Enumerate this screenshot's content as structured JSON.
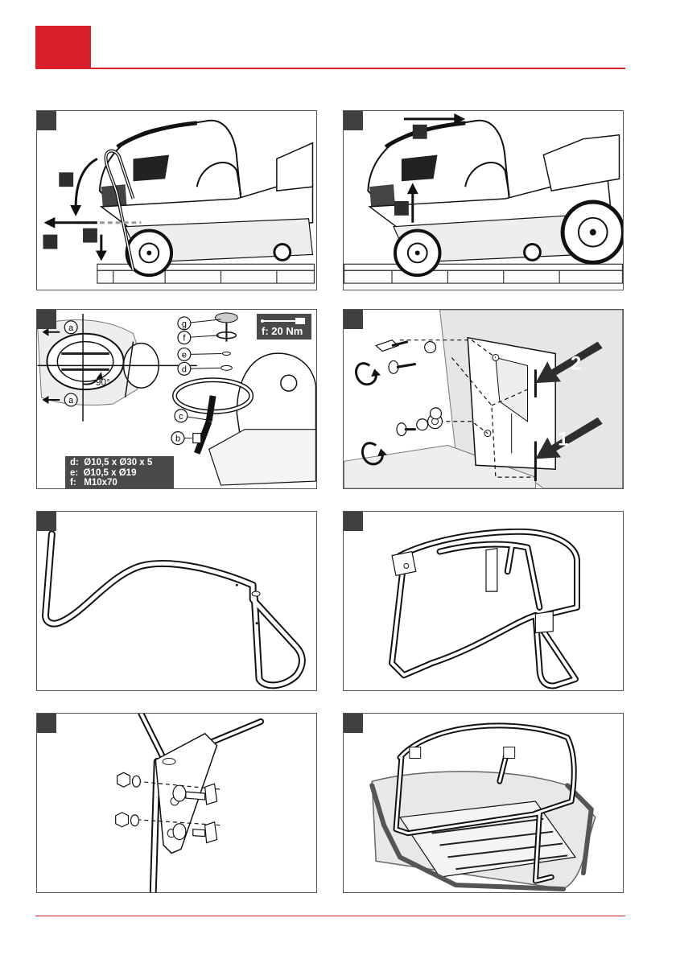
{
  "colors": {
    "accent": "#d7202b",
    "panel_border": "#555555",
    "step_box": "#404040"
  },
  "panel3": {
    "callouts": [
      "a",
      "a",
      "b",
      "c",
      "d",
      "e",
      "f",
      "g"
    ],
    "angle": "90°",
    "torque": "f: 20 Nm",
    "specs": [
      "d:  Ø10,5 x Ø30 x 5",
      "e:  Ø10,5 x Ø19",
      "f:   M10x70"
    ]
  },
  "panel4": {
    "arrows": [
      "2",
      "1"
    ]
  }
}
